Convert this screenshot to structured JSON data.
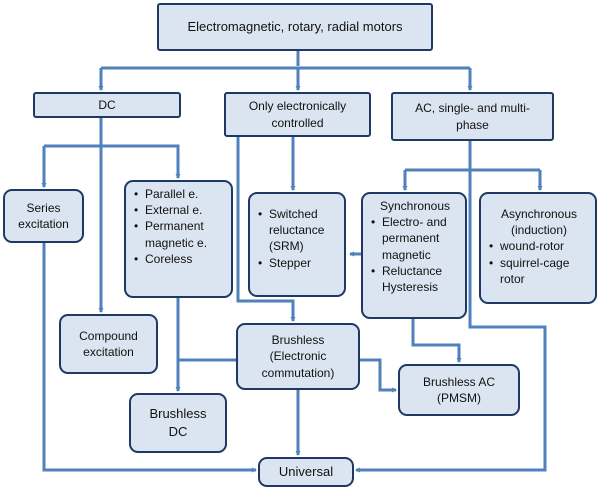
{
  "diagram": {
    "root": "Electromagnetic, rotary, radial motors",
    "dc": "DC",
    "electronic": [
      "Only electronically",
      "controlled"
    ],
    "ac": [
      "AC, single- and multi-",
      "phase"
    ],
    "series": [
      "Series",
      "excitation"
    ],
    "parallel_items": [
      "Parallel e.",
      "External e.",
      "Permanent",
      "magnetic e.",
      "Coreless"
    ],
    "srm_items": [
      "Switched",
      "reluctance",
      "(SRM)",
      "Stepper"
    ],
    "sync_title": "Synchronous",
    "sync_items": [
      "Electro- and",
      "permanent",
      "magnetic",
      "Reluctance",
      "Hysteresis"
    ],
    "async_lines": [
      "Asynchronous",
      "(induction)"
    ],
    "async_items": [
      "wound-rotor",
      "squirrel-cage",
      "rotor"
    ],
    "compound": [
      "Compound",
      "excitation"
    ],
    "brushless": [
      "Brushless",
      "(Electronic",
      "commutation)"
    ],
    "brushless_ac": [
      "Brushless AC",
      "(PMSM)"
    ],
    "brushless_dc": [
      "Brushless",
      "DC"
    ],
    "universal": "Universal"
  },
  "colors": {
    "node_fill": "#dbe5f1",
    "node_border": "#1f3864",
    "arrow": "#4f81bd"
  }
}
